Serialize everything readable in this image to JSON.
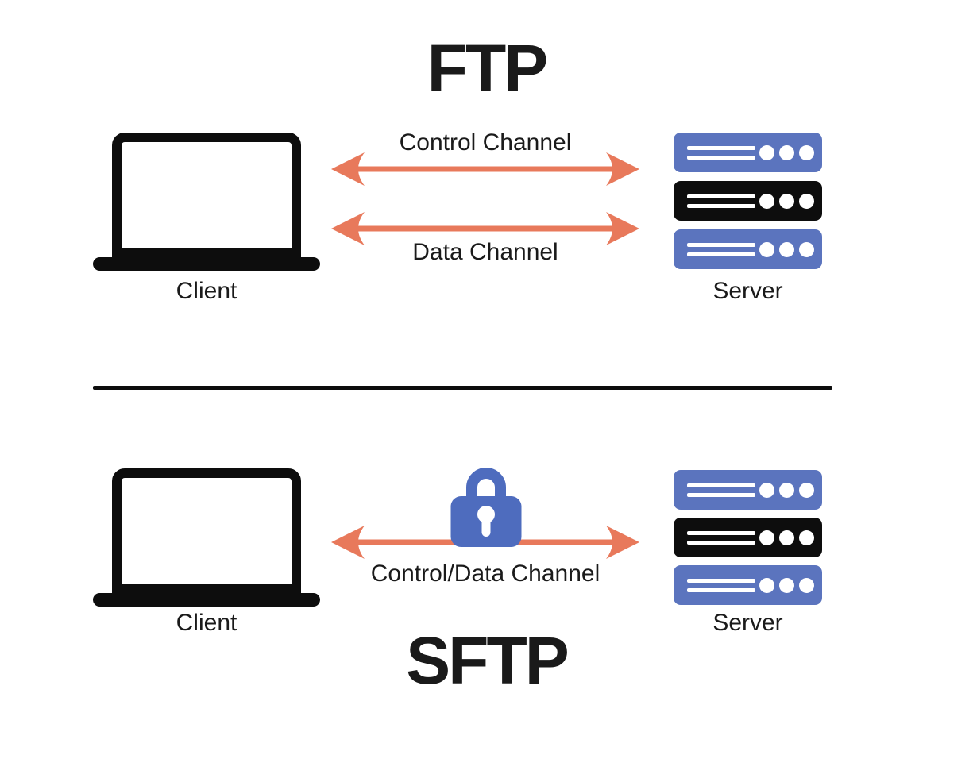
{
  "colors": {
    "arrow": "#E8795B",
    "server-blue": "#5B74BE",
    "device-black": "#0D0D0D",
    "lock-blue": "#4E6CBE",
    "text": "#1A1A1A",
    "background": "#FFFFFF"
  },
  "ftp": {
    "title": "FTP",
    "client_label": "Client",
    "server_label": "Server",
    "control_arrow_label": "Control Channel",
    "data_arrow_label": "Data Channel"
  },
  "sftp": {
    "title": "SFTP",
    "client_label": "Client",
    "server_label": "Server",
    "arrow_label": "Control/Data Channel"
  }
}
